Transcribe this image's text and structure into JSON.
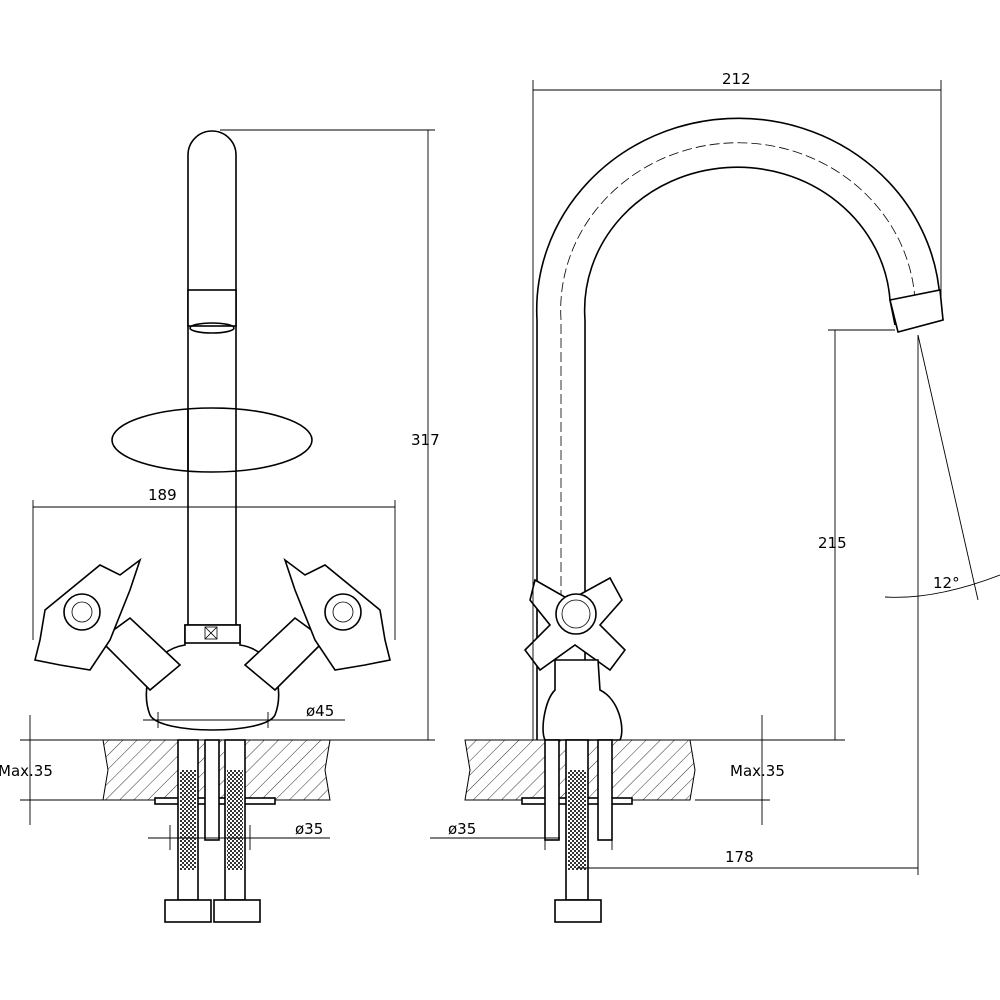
{
  "title": "Faucet technical drawing",
  "front_view": {
    "height_label": "317",
    "width_label": "189",
    "base_diameter_label": "ø45",
    "max_thickness_label": "Max.35",
    "hole_diameter_label": "ø35"
  },
  "side_view": {
    "reach_label": "212",
    "spout_height_label": "215",
    "angle_label": "12°",
    "max_thickness_label": "Max.35",
    "hole_diameter_label": "ø35",
    "outlet_distance_label": "178"
  },
  "colors": {
    "line": "#000000",
    "background": "#ffffff"
  }
}
